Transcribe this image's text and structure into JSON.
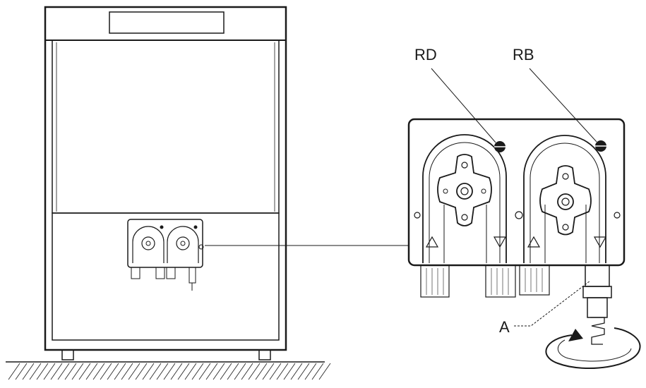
{
  "labels": {
    "rd": "RD",
    "rb": "RB",
    "a": "A"
  },
  "colors": {
    "ink": "#1a1a1a",
    "background": "#ffffff"
  }
}
